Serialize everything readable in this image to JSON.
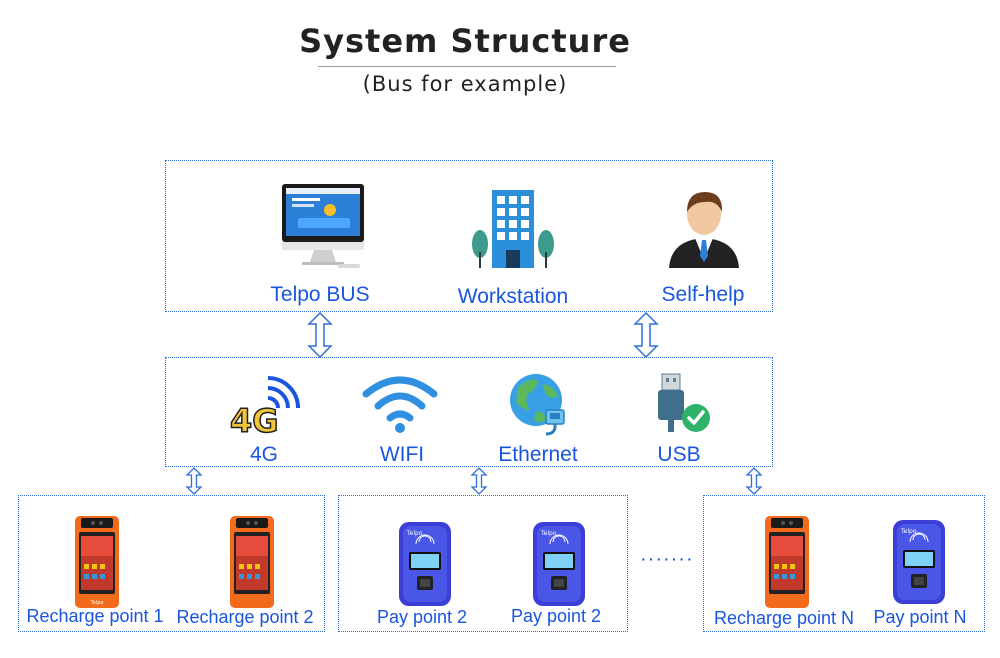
{
  "title": "System Structure",
  "subtitle": "(Bus for example)",
  "top_box": {
    "items": [
      {
        "label": "Telpo BUS",
        "icon": "computer-monitor-icon"
      },
      {
        "label": "Workstation",
        "icon": "office-building-icon"
      },
      {
        "label": "Self-help",
        "icon": "person-avatar-icon"
      }
    ]
  },
  "network_box": {
    "items": [
      {
        "label": "4G",
        "icon": "4g-signal-icon"
      },
      {
        "label": "WIFI",
        "icon": "wifi-icon"
      },
      {
        "label": "Ethernet",
        "icon": "globe-ethernet-icon"
      },
      {
        "label": "USB",
        "icon": "usb-icon"
      }
    ]
  },
  "terminal_groups": [
    {
      "devices": [
        {
          "label": "Recharge point 1",
          "device": "orange-handheld-terminal"
        },
        {
          "label": "Recharge point 2",
          "device": "orange-handheld-terminal"
        }
      ]
    },
    {
      "devices": [
        {
          "label": "Pay point 2",
          "device": "blue-bus-validator"
        },
        {
          "label": "Pay point 2",
          "device": "blue-bus-validator"
        }
      ]
    },
    {
      "devices": [
        {
          "label": "Recharge point N",
          "device": "orange-handheld-terminal"
        },
        {
          "label": "Pay point N",
          "device": "blue-bus-validator"
        }
      ]
    }
  ],
  "ellipsis": "·······",
  "device_brand": "Telpo",
  "colors": {
    "label_blue": "#1a55e0",
    "border_blue": "#2f6fd8",
    "validator_blue": "#3b3fd6",
    "terminal_orange": "#f26a1b"
  }
}
